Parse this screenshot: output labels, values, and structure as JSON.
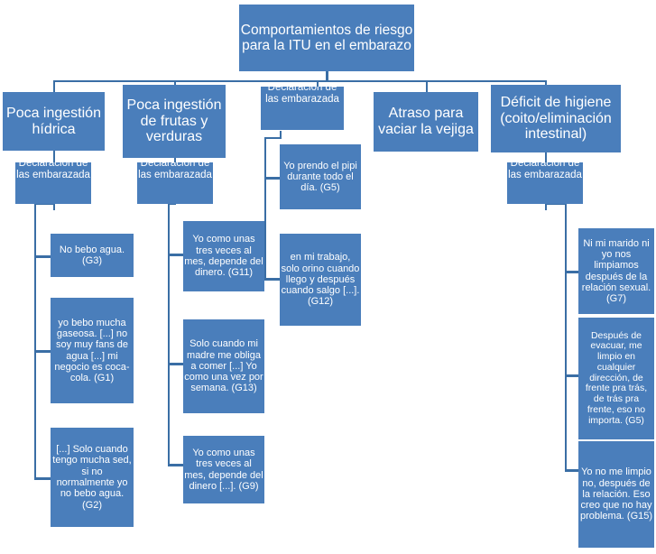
{
  "diagram": {
    "title": "Comportamientos de riesgo para la ITU en el embarazo",
    "type": "hierarchy-tree",
    "colors": {
      "node_fill": "#4a7ebb",
      "node_text": "#ffffff",
      "connector": "#3a6ea5",
      "background": "#ffffff"
    },
    "root": "Comportamientos de riesgo para la ITU en el embarazo",
    "branches": [
      {
        "id": "b1",
        "label": "Poca ingestión hídrica",
        "sub_label": "Declaración de las embarazada",
        "quotes": [
          "No bebo agua. (G3)",
          "yo bebo mucha gaseosa. [...] no soy muy fans de agua [...] mi negocio es coca-cola. (G1)",
          "[...] Solo cuando tengo mucha sed, si no normalmente yo no bebo agua. (G2)"
        ]
      },
      {
        "id": "b2",
        "label": "Poca ingestión de frutas y verduras",
        "sub_label": "Declaración de las embarazada",
        "quotes": [
          "Yo como unas tres veces al mes, depende del dinero. (G11)",
          "Solo cuando mi madre me obliga a comer [...] Yo como una vez por semana. (G13)",
          "Yo como unas tres veces al mes, depende del dinero [...]. (G9)"
        ]
      },
      {
        "id": "b3",
        "label": "Declaración de las embarazada",
        "sub_label": "",
        "quotes": [
          "Yo prendo el pipi  durante todo el día. (G5)",
          "en mi trabajo, solo orino cuando llego y después cuando salgo [...]. (G12)"
        ]
      },
      {
        "id": "b4",
        "label": "Atraso para vaciar la vejiga",
        "sub_label": "",
        "quotes": []
      },
      {
        "id": "b5",
        "label": "Déficit de higiene (coito/eliminación intestinal)",
        "sub_label": "Declaración de las embarazada",
        "quotes": [
          "Ni mi marido ni yo nos limpiamos después de la relación sexual. (G7)",
          "Después de evacuar, me limpio  en cualquier dirección, de frente pra trás, de trás pra frente, eso no importa. (G5)",
          "Yo no me limpio no, después de la relación. Eso creo que no hay problema. (G15)"
        ]
      }
    ]
  }
}
